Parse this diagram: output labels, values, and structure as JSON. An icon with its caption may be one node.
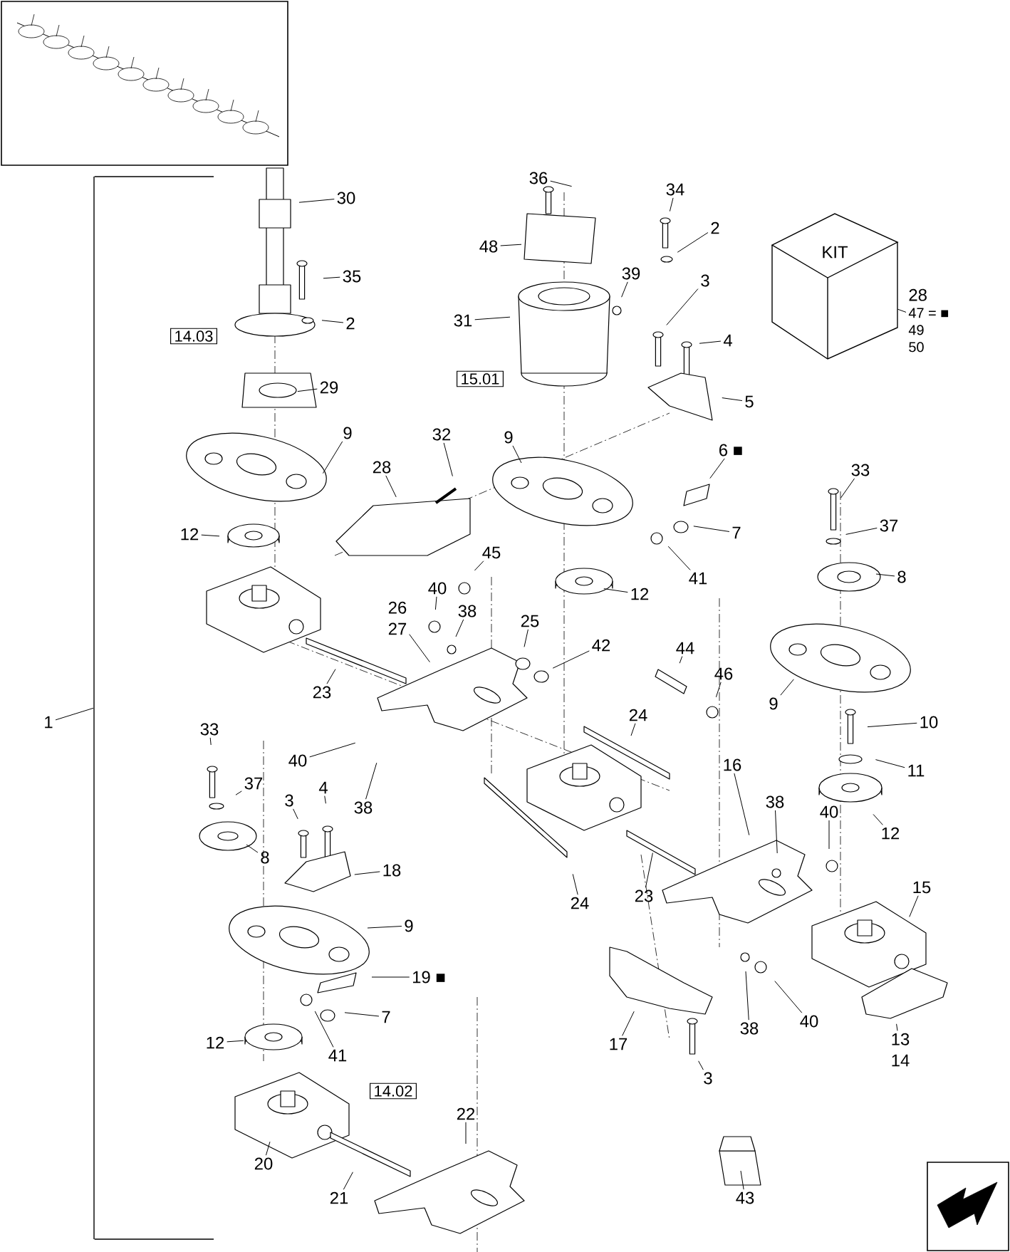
{
  "diagram": {
    "nodes": [
      {
        "text": [
          "36"
        ]
      },
      {
        "text": [
          "34"
        ]
      },
      {
        "text": [
          "30"
        ]
      },
      {
        "text": [
          "2"
        ]
      },
      {
        "text": [
          "48"
        ]
      },
      {
        "text": [
          "KIT"
        ]
      },
      {
        "text": [
          "28",
          "47 = ■",
          "49",
          "50"
        ]
      },
      {
        "text": [
          "39"
        ]
      },
      {
        "text": [
          "35"
        ]
      },
      {
        "text": [
          "3"
        ]
      },
      {
        "text": [
          "31"
        ]
      },
      {
        "text": [
          "2"
        ]
      },
      {
        "text": [
          "14.03"
        ]
      },
      {
        "text": [
          "4"
        ]
      },
      {
        "text": [
          "15.01"
        ]
      },
      {
        "text": [
          "29"
        ]
      },
      {
        "text": [
          "5"
        ]
      },
      {
        "text": [
          "9"
        ]
      },
      {
        "text": [
          "32"
        ]
      },
      {
        "text": [
          "9"
        ]
      },
      {
        "text": [
          "6 ■"
        ]
      },
      {
        "text": [
          "28"
        ]
      },
      {
        "text": [
          "33"
        ]
      },
      {
        "text": [
          "37"
        ]
      },
      {
        "text": [
          "7"
        ]
      },
      {
        "text": [
          "12"
        ]
      },
      {
        "text": [
          "45"
        ]
      },
      {
        "text": [
          "8"
        ]
      },
      {
        "text": [
          "41"
        ]
      },
      {
        "text": [
          "40"
        ]
      },
      {
        "text": [
          "12"
        ]
      },
      {
        "text": [
          "26",
          "27"
        ]
      },
      {
        "text": [
          "38"
        ]
      },
      {
        "text": [
          "25"
        ]
      },
      {
        "text": [
          "42"
        ]
      },
      {
        "text": [
          "44"
        ]
      },
      {
        "text": [
          "46"
        ]
      },
      {
        "text": [
          "23"
        ]
      },
      {
        "text": [
          "9"
        ]
      },
      {
        "text": [
          "24"
        ]
      },
      {
        "text": [
          "1"
        ]
      },
      {
        "text": [
          "10"
        ]
      },
      {
        "text": [
          "33"
        ]
      },
      {
        "text": [
          "40"
        ]
      },
      {
        "text": [
          "16"
        ]
      },
      {
        "text": [
          "11"
        ]
      },
      {
        "text": [
          "37"
        ]
      },
      {
        "text": [
          "4"
        ]
      },
      {
        "text": [
          "3"
        ]
      },
      {
        "text": [
          "38"
        ]
      },
      {
        "text": [
          "38"
        ]
      },
      {
        "text": [
          "40"
        ]
      },
      {
        "text": [
          "12"
        ]
      },
      {
        "text": [
          "8"
        ]
      },
      {
        "text": [
          "18"
        ]
      },
      {
        "text": [
          "15"
        ]
      },
      {
        "text": [
          "23"
        ]
      },
      {
        "text": [
          "24"
        ]
      },
      {
        "text": [
          "9"
        ]
      },
      {
        "text": [
          "19 ■"
        ]
      },
      {
        "text": [
          "7"
        ]
      },
      {
        "text": [
          "40"
        ]
      },
      {
        "text": [
          "38"
        ]
      },
      {
        "text": [
          "13",
          "14"
        ]
      },
      {
        "text": [
          "17"
        ]
      },
      {
        "text": [
          "12"
        ]
      },
      {
        "text": [
          "41"
        ]
      },
      {
        "text": [
          "3"
        ]
      },
      {
        "text": [
          "14.02"
        ]
      },
      {
        "text": [
          "22"
        ]
      },
      {
        "text": [
          "20"
        ]
      },
      {
        "text": [
          "21"
        ]
      },
      {
        "text": [
          "43"
        ]
      },
      {
        "text": [],
        "shape": "bracket"
      }
    ],
    "edges": [
      {
        "from": 0,
        "to": null,
        "arrow": "none"
      },
      {
        "from": 1,
        "to": null,
        "arrow": "none"
      },
      {
        "from": 2,
        "to": null,
        "arrow": "none"
      },
      {
        "from": 3,
        "to": null,
        "arrow": "none"
      },
      {
        "from": 4,
        "to": null,
        "arrow": "none"
      },
      {
        "from": 6,
        "to": 5,
        "arrow": "none"
      },
      {
        "from": 7,
        "to": null,
        "arrow": "none"
      },
      {
        "from": 8,
        "to": null,
        "arrow": "none"
      },
      {
        "from": 9,
        "to": null,
        "arrow": "none"
      },
      {
        "from": 10,
        "to": null,
        "arrow": "none"
      },
      {
        "from": 11,
        "to": null,
        "arrow": "none"
      },
      {
        "from": 13,
        "to": null,
        "arrow": "none"
      },
      {
        "from": 15,
        "to": null,
        "arrow": "none"
      },
      {
        "from": 16,
        "to": null,
        "arrow": "none"
      },
      {
        "from": 17,
        "to": null,
        "arrow": "none"
      },
      {
        "from": 18,
        "to": null,
        "arrow": "none"
      },
      {
        "from": 19,
        "to": null,
        "arrow": "none"
      },
      {
        "from": 20,
        "to": null,
        "arrow": "none"
      },
      {
        "from": 21,
        "to": null,
        "arrow": "none"
      },
      {
        "from": 22,
        "to": null,
        "arrow": "none"
      },
      {
        "from": 23,
        "to": null,
        "arrow": "none"
      },
      {
        "from": 24,
        "to": null,
        "arrow": "none"
      },
      {
        "from": 25,
        "to": null,
        "arrow": "none"
      },
      {
        "from": 26,
        "to": null,
        "arrow": "none"
      },
      {
        "from": 27,
        "to": null,
        "arrow": "none"
      },
      {
        "from": 28,
        "to": null,
        "arrow": "none"
      },
      {
        "from": 29,
        "to": null,
        "arrow": "none"
      },
      {
        "from": 30,
        "to": null,
        "arrow": "none"
      },
      {
        "from": 31,
        "to": null,
        "arrow": "none"
      },
      {
        "from": 32,
        "to": null,
        "arrow": "none"
      },
      {
        "from": 33,
        "to": null,
        "arrow": "none"
      },
      {
        "from": 34,
        "to": null,
        "arrow": "none"
      },
      {
        "from": 35,
        "to": null,
        "arrow": "none"
      },
      {
        "from": 36,
        "to": null,
        "arrow": "none"
      },
      {
        "from": 37,
        "to": null,
        "arrow": "none"
      },
      {
        "from": 38,
        "to": null,
        "arrow": "none"
      },
      {
        "from": 39,
        "to": null,
        "arrow": "none"
      },
      {
        "from": 40,
        "to": 73,
        "arrow": "none"
      },
      {
        "from": 41,
        "to": null,
        "arrow": "none"
      },
      {
        "from": 42,
        "to": null,
        "arrow": "none"
      },
      {
        "from": 43,
        "to": null,
        "arrow": "none"
      },
      {
        "from": 44,
        "to": null,
        "arrow": "none"
      },
      {
        "from": 45,
        "to": null,
        "arrow": "none"
      },
      {
        "from": 46,
        "to": null,
        "arrow": "none"
      },
      {
        "from": 47,
        "to": null,
        "arrow": "none"
      },
      {
        "from": 48,
        "to": null,
        "arrow": "none"
      },
      {
        "from": 49,
        "to": null,
        "arrow": "none"
      },
      {
        "from": 50,
        "to": null,
        "arrow": "none"
      },
      {
        "from": 51,
        "to": null,
        "arrow": "none"
      },
      {
        "from": 52,
        "to": null,
        "arrow": "none"
      },
      {
        "from": 53,
        "to": null,
        "arrow": "none"
      },
      {
        "from": 54,
        "to": null,
        "arrow": "none"
      },
      {
        "from": 55,
        "to": null,
        "arrow": "none"
      },
      {
        "from": 56,
        "to": null,
        "arrow": "none"
      },
      {
        "from": 57,
        "to": null,
        "arrow": "none"
      },
      {
        "from": 58,
        "to": null,
        "arrow": "none"
      },
      {
        "from": 59,
        "to": null,
        "arrow": "none"
      },
      {
        "from": 60,
        "to": null,
        "arrow": "none"
      },
      {
        "from": 61,
        "to": null,
        "arrow": "none"
      },
      {
        "from": 62,
        "to": null,
        "arrow": "none"
      },
      {
        "from": 63,
        "to": null,
        "arrow": "none"
      },
      {
        "from": 64,
        "to": null,
        "arrow": "none"
      },
      {
        "from": 65,
        "to": null,
        "arrow": "none"
      },
      {
        "from": 66,
        "to": null,
        "arrow": "none"
      },
      {
        "from": 67,
        "to": null,
        "arrow": "none"
      },
      {
        "from": 69,
        "to": null,
        "arrow": "none"
      },
      {
        "from": 70,
        "to": null,
        "arrow": "none"
      },
      {
        "from": 71,
        "to": null,
        "arrow": "none"
      },
      {
        "from": 72,
        "to": null,
        "arrow": "none"
      }
    ]
  }
}
